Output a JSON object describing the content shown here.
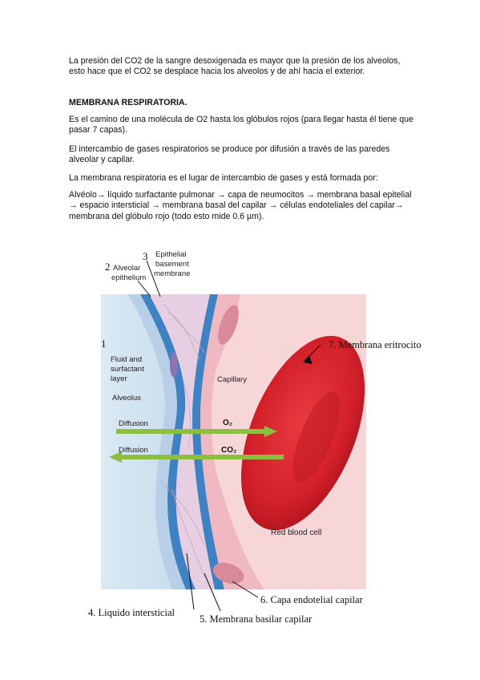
{
  "text": {
    "p1": "La presión del CO2 de la sangre desoxigenada es mayor que la presión de los alveolos, esto hace que el CO2 se desplace hacia los alveolos y de ahí hacia el exterior.",
    "heading": "MEMBRANA RESPIRATORIA.",
    "p2": "Es el camino de una molécula de O2 hasta los glóbulos rojos (para llegar hasta él tiene que pasar 7 capas).",
    "p3": "El intercambio de gases respiratorios se produce por difusión a través de las paredes alveolar y capilar.",
    "p4": "La membrana respiratoria es el lugar de intercambio de gases y está formada por:",
    "p5": "Alvéolo→ líquido surfactante pulmonar → capa de neumocitos → membrana basal epitelial → espacio intersticial → membrana basal del capilar → células endoteliales del capilar→ membrana del glóbulo rojo (todo esto mide 0.6 µm)."
  },
  "figure": {
    "label_1_num": "1",
    "label_2_num": "2",
    "label_2_line1": "Alveolar",
    "label_2_line2": "epithelium",
    "label_3_num": "3",
    "label_3_line1": "Epithelial",
    "label_3_line2": "basement",
    "label_3_line3": "membrane",
    "fluid_line1": "Fluid and",
    "fluid_line2": "surfactant",
    "fluid_line3": "layer",
    "alveolus": "Alveolus",
    "capillary": "Capillary",
    "diffusion_1": "Diffusion",
    "diffusion_2": "Diffusion",
    "o2": "O₂",
    "co2": "CO₂",
    "red_blood_cell": "Red blood cell",
    "label_7": "7. Membrana eritrocito",
    "label_4": "4. Liquido intersticial",
    "label_5": "5. Membrana basilar capilar",
    "label_6": "6. Capa endotelial capilar"
  },
  "colors": {
    "alveolus_bg": "#cfe3f0",
    "capillary_bg": "#f7d6d8",
    "interstitial": "#e8cde4",
    "membrane_blue": "#3f82c4",
    "rbc_red": "#d8202a",
    "arrow_green": "#8cbf3f"
  }
}
